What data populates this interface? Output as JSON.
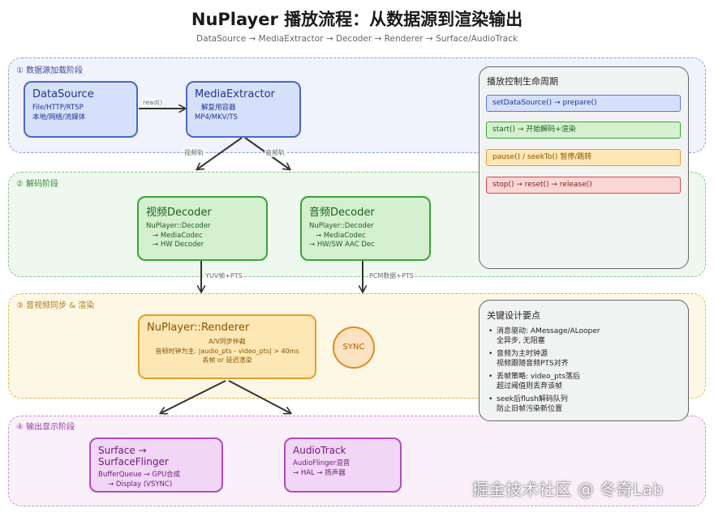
{
  "header": {
    "title": "NuPlayer 播放流程：从数据源到渲染输出",
    "subtitle": "DataSource → MediaExtractor → Decoder → Renderer → Surface/AudioTrack"
  },
  "stages": {
    "load": "① 数据源加载阶段",
    "decode": "② 解码阶段",
    "sync": "③ 音视频同步 & 渲染",
    "output": "④ 输出显示阶段"
  },
  "nodes": {
    "datasource": {
      "title": "DataSource",
      "lines": [
        "File/HTTP/RTSP",
        "本地/网络/流媒体"
      ]
    },
    "extractor": {
      "title": "MediaExtractor",
      "lines": [
        "解复用容器",
        "MP4/MKV/TS"
      ]
    },
    "video_decoder": {
      "title": "视频Decoder",
      "lines": [
        "NuPlayer::Decoder",
        "→ MediaCodec",
        "→ HW Decoder"
      ]
    },
    "audio_decoder": {
      "title": "音频Decoder",
      "lines": [
        "NuPlayer::Decoder",
        "→ MediaCodec",
        "→ HW/SW AAC Dec"
      ]
    },
    "renderer": {
      "title": "NuPlayer::Renderer",
      "lines": [
        "A/V同步仲裁",
        "音频时钟为主: |audio_pts - video_pts| > 40ms",
        "丢帧 or 延迟渲染"
      ]
    },
    "sync": "SYNC",
    "surface": {
      "title": "Surface → SurfaceFlinger",
      "lines": [
        "BufferQueue → GPU合成",
        "→ Display (VSYNC)"
      ]
    },
    "audiotrack": {
      "title": "AudioTrack",
      "lines": [
        "AudioFlinger混音",
        "→ HAL → 扬声器"
      ]
    }
  },
  "edges": {
    "read": "read()",
    "video_track": "视频轨",
    "audio_track": "音频轨",
    "yuv": "YUV帧+PTS",
    "pcm": "PCM数据+PTS"
  },
  "lifecycle": {
    "title": "播放控制生命周期",
    "steps": [
      "setDataSource() → prepare()",
      "start() → 开始解码+渲染",
      "pause() / seekTo() 暂停/跳转",
      "stop() → reset() → release()"
    ]
  },
  "design": {
    "title": "关键设计要点",
    "points": [
      {
        "main": "消息驱动: AMessage/ALooper",
        "sub": "全异步, 无阻塞"
      },
      {
        "main": "音频为主时钟源",
        "sub": "视频跟随音频PTS对齐"
      },
      {
        "main": "丢帧策略: video_pts落后",
        "sub": "超过阈值则丢弃该帧"
      },
      {
        "main": "seek后flush解码队列",
        "sub": "防止旧帧污染新位置"
      }
    ]
  },
  "watermark": "掘金技术社区 @ 冬奇Lab",
  "colors": {
    "stage1": "#8b9be0",
    "stage1_bg": "#f1f3fc",
    "stage2": "#7ec77e",
    "stage2_bg": "#eff8ee",
    "stage3": "#e6b54a",
    "stage3_bg": "#fdf7e6",
    "stage4": "#cf8ad6",
    "stage4_bg": "#faf0fa",
    "blue_box": "#4a67c9",
    "blue_fill": "#d6e0fb",
    "green_box": "#3aa23a",
    "green_fill": "#d4f0cf",
    "orange_box": "#e0a02a",
    "orange_fill": "#fde7b5",
    "purple_box": "#b34bc0",
    "purple_fill": "#f1d6f5"
  }
}
